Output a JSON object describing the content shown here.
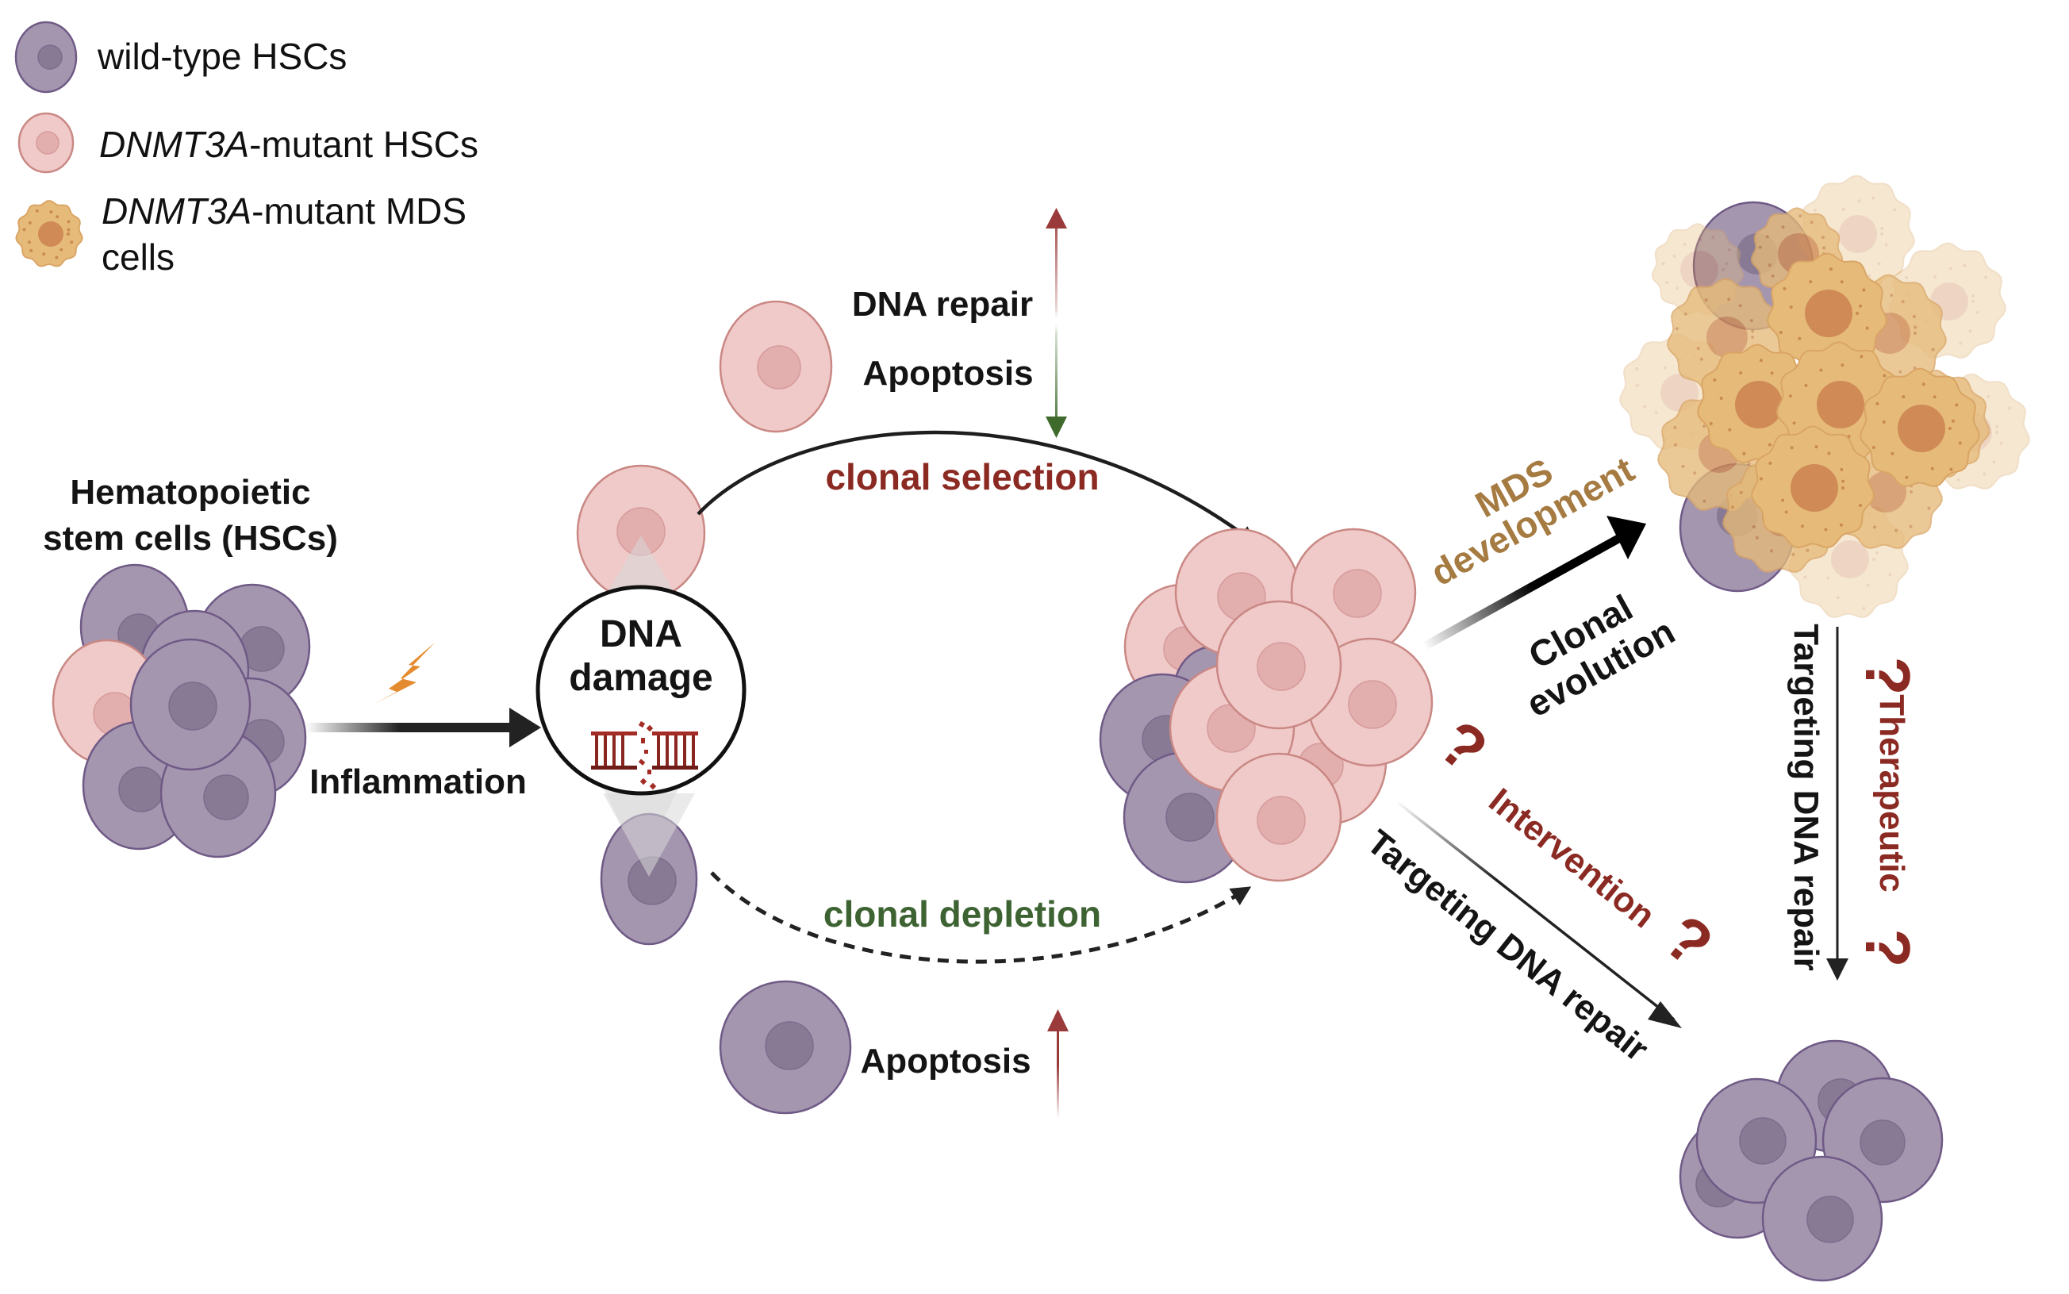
{
  "legend": {
    "items": [
      {
        "italic": "",
        "text": "wild-type HSCs",
        "cell_type": "wild-type"
      },
      {
        "italic": "DNMT3A",
        "text": "-mutant HSCs",
        "cell_type": "mutant"
      },
      {
        "italic": "DNMT3A",
        "text": "-mutant MDS",
        "text_line2": "cells",
        "cell_type": "mds"
      }
    ]
  },
  "labels": {
    "hsc_title_line1": "Hematopoietic",
    "hsc_title_line2": "stem cells (HSCs)",
    "inflammation": "Inflammation",
    "dna_damage_line1": "DNA",
    "dna_damage_line2": "damage",
    "dna_repair": "DNA repair",
    "apoptosis_top": "Apoptosis",
    "clonal_selection": "clonal selection",
    "clonal_depletion": "clonal depletion",
    "apoptosis_bottom": "Apoptosis",
    "mds_line1": "MDS",
    "mds_line2": "development",
    "clonal_evolution_line1": "Clonal",
    "clonal_evolution_line2": "evolution",
    "intervention": "Intervention",
    "targeting_dna_repair_diag": "Targeting DNA repair",
    "therapeutic": "Therapeutic",
    "targeting_dna_repair_vert": "Targeting DNA repair",
    "question_mark": "?"
  },
  "colors": {
    "wildtype_fill": "#a596b0",
    "wildtype_nucleus": "#887a94",
    "wildtype_stroke": "#6f5a86",
    "mutant_fill": "#f0c9c9",
    "mutant_nucleus": "#e3aeae",
    "mutant_stroke": "#c98884",
    "mds_fill": "#e6bb7a",
    "mds_nucleus": "#cf8a55",
    "mds_stroke": "#d9a565",
    "accent_red": "#8b2a22",
    "accent_green": "#3e6332",
    "accent_gold": "#a57b42",
    "lightning": "#e58b2f"
  }
}
